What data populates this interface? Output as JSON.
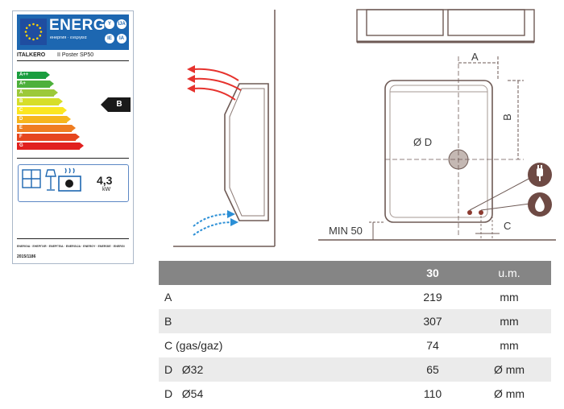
{
  "energy_label": {
    "title": "ENERG",
    "subtitle": "енергия · ενεργεια",
    "lang_badges": [
      "Y",
      "IJA",
      "IE",
      "IA"
    ],
    "brand": "ITALKERO",
    "model": "II Poster SP50",
    "classes": [
      {
        "label": "A++",
        "color": "#1a9d3f"
      },
      {
        "label": "A+",
        "color": "#4db03b"
      },
      {
        "label": "A",
        "color": "#9cc93a"
      },
      {
        "label": "B",
        "color": "#d6de2a"
      },
      {
        "label": "C",
        "color": "#fbe621"
      },
      {
        "label": "D",
        "color": "#f6b51d"
      },
      {
        "label": "E",
        "color": "#ef7d21"
      },
      {
        "label": "F",
        "color": "#e6461f"
      },
      {
        "label": "G",
        "color": "#e1201f"
      }
    ],
    "product_class": "B",
    "power_value": "4,3",
    "power_unit": "kW",
    "footer_languages": "ENERGIA · ЕНЕРГИЯ · ΕΝΕΡΓΕΙΑ · ENERGIJA · ENERGY · ENERGIE · ENERGI",
    "regulation": "2015/1186"
  },
  "drawing": {
    "dim_a": "A",
    "dim_b": "B",
    "dim_c": "C",
    "dim_d": "Ø D",
    "min_label": "MIN 50"
  },
  "table": {
    "headers": [
      "",
      "30",
      "u.m."
    ],
    "rows": [
      {
        "label": "A",
        "value": "219",
        "unit": "mm"
      },
      {
        "label": "B",
        "value": "307",
        "unit": "mm"
      },
      {
        "label": "C (gas/gaz)",
        "value": "74",
        "unit": "mm"
      },
      {
        "label": "D   Ø32",
        "value": "65",
        "unit": "Ø mm"
      },
      {
        "label": "D   Ø54",
        "value": "110",
        "unit": "Ø mm"
      }
    ]
  }
}
